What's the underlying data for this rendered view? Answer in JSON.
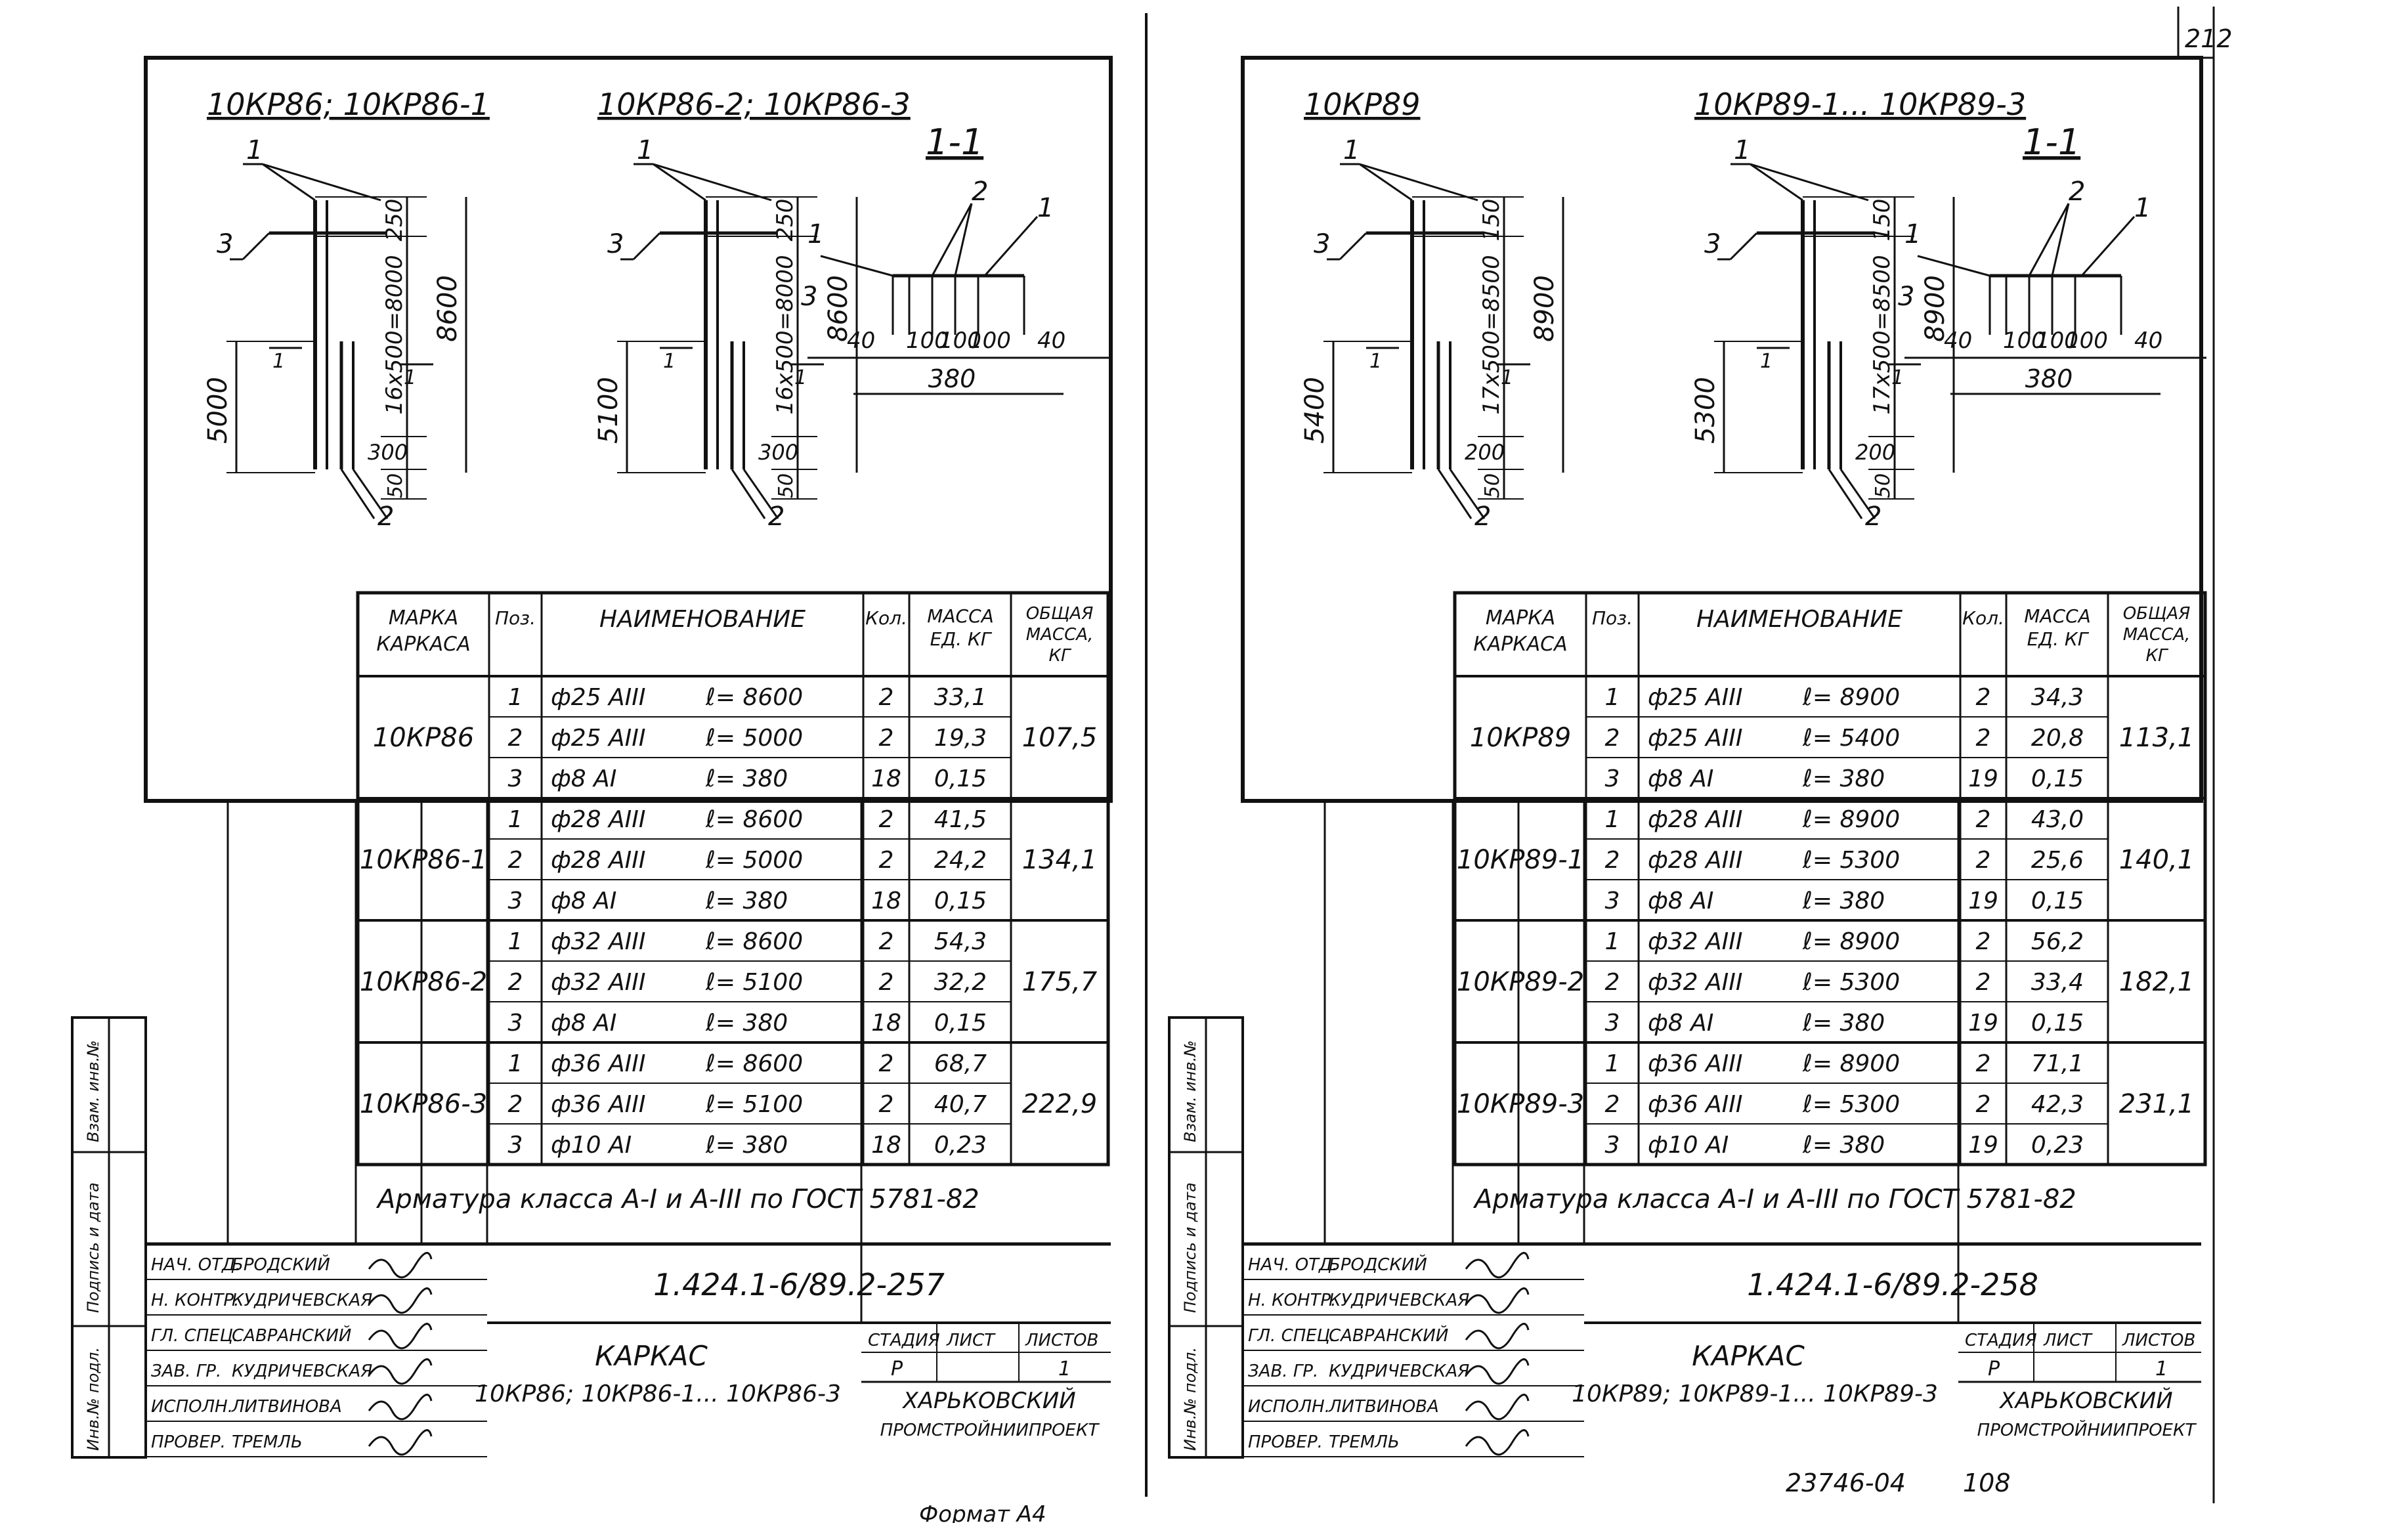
{
  "page_number": "212",
  "archive_number": "23746-04",
  "archive_page": "108",
  "format_note": "Формат А4",
  "side_labels": {
    "vzam": "Взам. инв.№",
    "podpis": "Подпись и дата",
    "inv": "Инв.№ подл."
  },
  "table_headers": {
    "marka": "МАРКА КАРКАСА",
    "poz": "Поз.",
    "name": "НАИМЕНОВАНИЕ",
    "kol": "Кол.",
    "massa": "МАССА ЕД. КГ",
    "total": "ОБЩАЯ МАССА, КГ"
  },
  "section_label": "1-1",
  "stamp_roles": [
    "НАЧ. ОТД.",
    "Н. КОНТР.",
    "ГЛ. СПЕЦ.",
    "ЗАВ. ГР.",
    "ИСПОЛН.",
    "ПРОВЕР."
  ],
  "stamp_names": [
    "БРОДСКИЙ",
    "КУДРИЧЕВСКАЯ",
    "САВРАНСКИЙ",
    "КУДРИЧЕВСКАЯ",
    "ЛИТВИНОВА",
    "ТРЕМЛЬ"
  ],
  "stamp_headers": {
    "stadia": "СТАДИЯ",
    "list": "ЛИСТ",
    "listov": "ЛИСТОВ",
    "stadia_val": "Р",
    "listov_val": "1"
  },
  "organization": [
    "ХАРЬКОВСКИЙ",
    "ПРОМСТРОЙНИИПРОЕКТ"
  ],
  "sheets": [
    {
      "elev_titles": [
        "10КР86; 10КР86-1",
        "10КР86-2; 10КР86-3"
      ],
      "section_dims": [
        "40",
        "100",
        "100",
        "100",
        "40",
        "380"
      ],
      "elevations": [
        {
          "top": "250",
          "mid": "16x500=8000",
          "bot1": "300",
          "bot2": "50",
          "total": "8600",
          "short": "5000"
        },
        {
          "top": "250",
          "mid": "16x500=8000",
          "bot1": "300",
          "bot2": "50",
          "total": "8600",
          "short": "5100"
        }
      ],
      "table": [
        {
          "mark": "10КР86",
          "total": "107,5",
          "rows": [
            {
              "poz": "1",
              "dia": "ф25 АIII",
              "len": "ℓ= 8600",
              "kol": "2",
              "mass": "33,1"
            },
            {
              "poz": "2",
              "dia": "ф25 АIII",
              "len": "ℓ= 5000",
              "kol": "2",
              "mass": "19,3"
            },
            {
              "poz": "3",
              "dia": "ф8 АI",
              "len": "ℓ= 380",
              "kol": "18",
              "mass": "0,15"
            }
          ]
        },
        {
          "mark": "10КР86-1",
          "total": "134,1",
          "rows": [
            {
              "poz": "1",
              "dia": "ф28 АIII",
              "len": "ℓ= 8600",
              "kol": "2",
              "mass": "41,5"
            },
            {
              "poz": "2",
              "dia": "ф28 АIII",
              "len": "ℓ= 5000",
              "kol": "2",
              "mass": "24,2"
            },
            {
              "poz": "3",
              "dia": "ф8 АI",
              "len": "ℓ= 380",
              "kol": "18",
              "mass": "0,15"
            }
          ]
        },
        {
          "mark": "10КР86-2",
          "total": "175,7",
          "rows": [
            {
              "poz": "1",
              "dia": "ф32 АIII",
              "len": "ℓ= 8600",
              "kol": "2",
              "mass": "54,3"
            },
            {
              "poz": "2",
              "dia": "ф32 АIII",
              "len": "ℓ= 5100",
              "kol": "2",
              "mass": "32,2"
            },
            {
              "poz": "3",
              "dia": "ф8 АI",
              "len": "ℓ= 380",
              "kol": "18",
              "mass": "0,15"
            }
          ]
        },
        {
          "mark": "10КР86-3",
          "total": "222,9",
          "rows": [
            {
              "poz": "1",
              "dia": "ф36 АIII",
              "len": "ℓ= 8600",
              "kol": "2",
              "mass": "68,7"
            },
            {
              "poz": "2",
              "dia": "ф36 АIII",
              "len": "ℓ= 5100",
              "kol": "2",
              "mass": "40,7"
            },
            {
              "poz": "3",
              "dia": "ф10 АI",
              "len": "ℓ= 380",
              "kol": "18",
              "mass": "0,23"
            }
          ]
        }
      ],
      "note": "Арматура класса А-I и А-III по ГОСТ 5781-82",
      "doc_code": "1.424.1-6/89.2-257",
      "title": [
        "КАРКАС",
        "10КР86; 10КР86-1... 10КР86-3"
      ]
    },
    {
      "elev_titles": [
        "10КР89",
        "10КР89-1... 10КР89-3"
      ],
      "section_dims": [
        "40",
        "100",
        "100",
        "100",
        "40",
        "380"
      ],
      "elevations": [
        {
          "top": "150",
          "mid": "17x500=8500",
          "bot1": "200",
          "bot2": "50",
          "total": "8900",
          "short": "5400"
        },
        {
          "top": "150",
          "mid": "17x500=8500",
          "bot1": "200",
          "bot2": "50",
          "total": "8900",
          "short": "5300"
        }
      ],
      "table": [
        {
          "mark": "10КР89",
          "total": "113,1",
          "rows": [
            {
              "poz": "1",
              "dia": "ф25 АIII",
              "len": "ℓ= 8900",
              "kol": "2",
              "mass": "34,3"
            },
            {
              "poz": "2",
              "dia": "ф25 АIII",
              "len": "ℓ= 5400",
              "kol": "2",
              "mass": "20,8"
            },
            {
              "poz": "3",
              "dia": "ф8 АI",
              "len": "ℓ= 380",
              "kol": "19",
              "mass": "0,15"
            }
          ]
        },
        {
          "mark": "10КР89-1",
          "total": "140,1",
          "rows": [
            {
              "poz": "1",
              "dia": "ф28 АIII",
              "len": "ℓ= 8900",
              "kol": "2",
              "mass": "43,0"
            },
            {
              "poz": "2",
              "dia": "ф28 АIII",
              "len": "ℓ= 5300",
              "kol": "2",
              "mass": "25,6"
            },
            {
              "poz": "3",
              "dia": "ф8 АI",
              "len": "ℓ= 380",
              "kol": "19",
              "mass": "0,15"
            }
          ]
        },
        {
          "mark": "10КР89-2",
          "total": "182,1",
          "rows": [
            {
              "poz": "1",
              "dia": "ф32 АIII",
              "len": "ℓ= 8900",
              "kol": "2",
              "mass": "56,2"
            },
            {
              "poz": "2",
              "dia": "ф32 АIII",
              "len": "ℓ= 5300",
              "kol": "2",
              "mass": "33,4"
            },
            {
              "poz": "3",
              "dia": "ф8 АI",
              "len": "ℓ= 380",
              "kol": "19",
              "mass": "0,15"
            }
          ]
        },
        {
          "mark": "10КР89-3",
          "total": "231,1",
          "rows": [
            {
              "poz": "1",
              "dia": "ф36 АIII",
              "len": "ℓ= 8900",
              "kol": "2",
              "mass": "71,1"
            },
            {
              "poz": "2",
              "dia": "ф36 АIII",
              "len": "ℓ= 5300",
              "kol": "2",
              "mass": "42,3"
            },
            {
              "poz": "3",
              "dia": "ф10 АI",
              "len": "ℓ= 380",
              "kol": "19",
              "mass": "0,23"
            }
          ]
        }
      ],
      "note": "Арматура класса А-I и А-III по ГОСТ 5781-82",
      "doc_code": "1.424.1-6/89.2-258",
      "title": [
        "КАРКАС",
        "10КР89; 10КР89-1... 10КР89-3"
      ]
    }
  ]
}
